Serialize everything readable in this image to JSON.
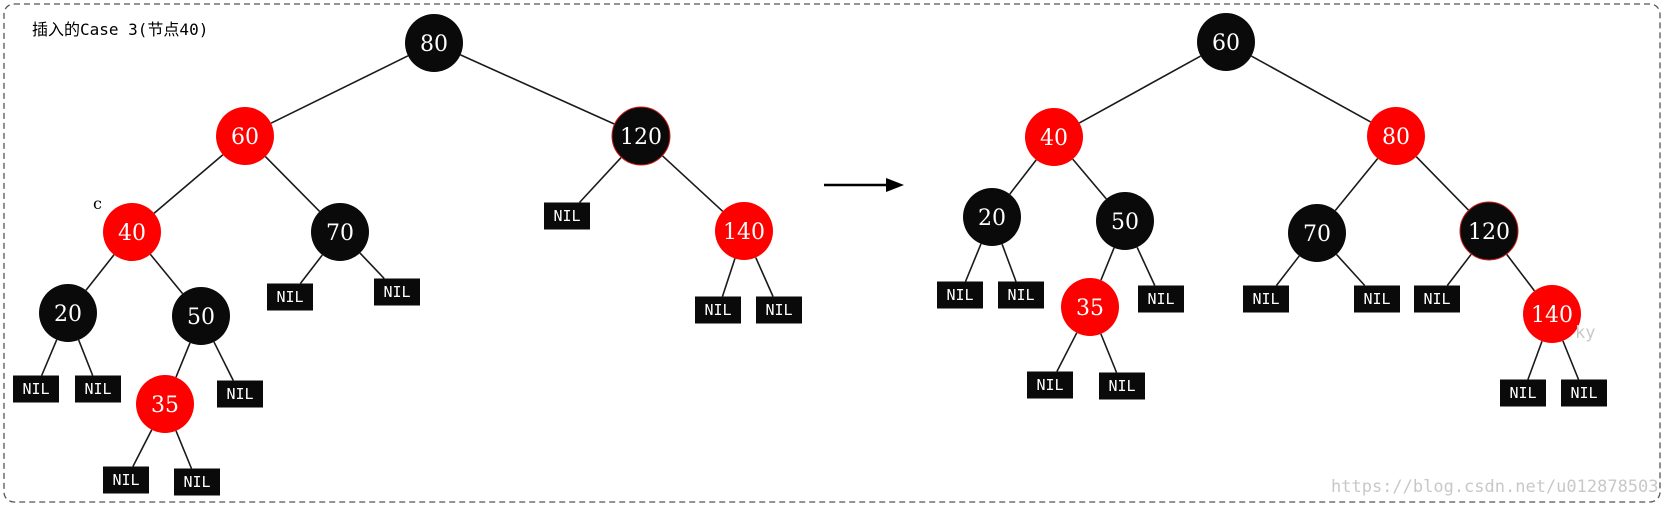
{
  "title": "插入的Case 3(节点40)",
  "current_marker": "c",
  "watermark": "https://blog.csdn.net/u012878503",
  "watermark_fragment": "ky",
  "colors": {
    "red": "#ff0000",
    "black": "#0a0a0a",
    "nil": "#0a0a0a",
    "frame": "#555555"
  },
  "trees": [
    {
      "id": "before",
      "nodes": [
        {
          "id": "b80",
          "label": "80",
          "color": "black"
        },
        {
          "id": "b60",
          "label": "60",
          "color": "red"
        },
        {
          "id": "b120",
          "label": "120",
          "color": "black"
        },
        {
          "id": "b40",
          "label": "40",
          "color": "red"
        },
        {
          "id": "b70",
          "label": "70",
          "color": "black"
        },
        {
          "id": "b140",
          "label": "140",
          "color": "red"
        },
        {
          "id": "b20",
          "label": "20",
          "color": "black"
        },
        {
          "id": "b50",
          "label": "50",
          "color": "black"
        },
        {
          "id": "b35",
          "label": "35",
          "color": "red"
        }
      ],
      "nils": [
        "bn1",
        "bn2",
        "bn3",
        "bn4",
        "bn5",
        "bn6",
        "bn7",
        "bn8",
        "bn9",
        "bn10"
      ],
      "nil_label": "NIL",
      "edges": [
        [
          "b80",
          "b60"
        ],
        [
          "b80",
          "b120"
        ],
        [
          "b60",
          "b40"
        ],
        [
          "b60",
          "b70"
        ],
        [
          "b120",
          "bn1"
        ],
        [
          "b120",
          "b140"
        ],
        [
          "b40",
          "b20"
        ],
        [
          "b40",
          "b50"
        ],
        [
          "b70",
          "bn2"
        ],
        [
          "b70",
          "bn3"
        ],
        [
          "b140",
          "bn4"
        ],
        [
          "b140",
          "bn5"
        ],
        [
          "b20",
          "bn6"
        ],
        [
          "b20",
          "bn7"
        ],
        [
          "b50",
          "b35"
        ],
        [
          "b50",
          "bn8"
        ],
        [
          "b35",
          "bn9"
        ],
        [
          "b35",
          "bn10"
        ]
      ]
    },
    {
      "id": "after",
      "nodes": [
        {
          "id": "a60",
          "label": "60",
          "color": "black"
        },
        {
          "id": "a40",
          "label": "40",
          "color": "red"
        },
        {
          "id": "a80",
          "label": "80",
          "color": "red"
        },
        {
          "id": "a20",
          "label": "20",
          "color": "black"
        },
        {
          "id": "a50",
          "label": "50",
          "color": "black"
        },
        {
          "id": "a70",
          "label": "70",
          "color": "black"
        },
        {
          "id": "a120",
          "label": "120",
          "color": "black"
        },
        {
          "id": "a35",
          "label": "35",
          "color": "red"
        },
        {
          "id": "a140",
          "label": "140",
          "color": "red"
        }
      ],
      "nils": [
        "an1",
        "an2",
        "an3",
        "an4",
        "an5",
        "an6",
        "an7",
        "an8",
        "an9",
        "an10"
      ],
      "nil_label": "NIL",
      "edges": [
        [
          "a60",
          "a40"
        ],
        [
          "a60",
          "a80"
        ],
        [
          "a40",
          "a20"
        ],
        [
          "a40",
          "a50"
        ],
        [
          "a80",
          "a70"
        ],
        [
          "a80",
          "a120"
        ],
        [
          "a20",
          "an1"
        ],
        [
          "a20",
          "an2"
        ],
        [
          "a50",
          "a35"
        ],
        [
          "a50",
          "an3"
        ],
        [
          "a35",
          "an4"
        ],
        [
          "a35",
          "an5"
        ],
        [
          "a70",
          "an6"
        ],
        [
          "a70",
          "an7"
        ],
        [
          "a120",
          "an8"
        ],
        [
          "a120",
          "a140"
        ],
        [
          "a140",
          "an9"
        ],
        [
          "a140",
          "an10"
        ]
      ]
    }
  ]
}
